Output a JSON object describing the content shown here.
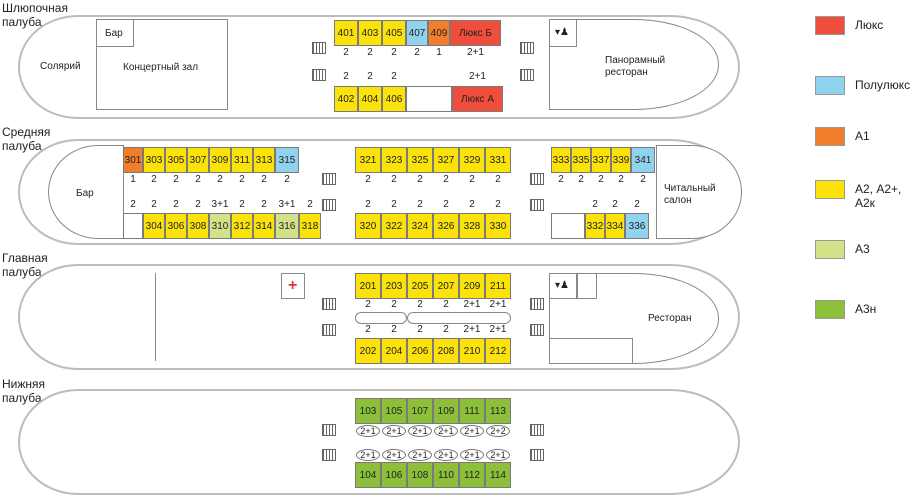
{
  "colors": {
    "lux": "#ef4e3c",
    "semilux": "#8fd3ee",
    "a1": "#f07e2c",
    "a2": "#fbe20b",
    "a3": "#d3e289",
    "a3n": "#8cbf3a"
  },
  "legend": [
    {
      "label": "Люкс",
      "color": "#ef4e3c"
    },
    {
      "label": "Полулюкс",
      "color": "#8fd3ee"
    },
    {
      "label": "А1",
      "color": "#f07e2c"
    },
    {
      "label": "А2, А2+,\nА2к",
      "color": "#fbe20b"
    },
    {
      "label": "А3",
      "color": "#d3e289"
    },
    {
      "label": "А3н",
      "color": "#8cbf3a"
    }
  ],
  "decks": {
    "boat": {
      "label": "Шлюпочная\nпалуба",
      "rooms": {
        "bar": "Бар",
        "concert": "Концертный зал",
        "solarium": "Солярий",
        "restaurant": "Панорамный\nресторан"
      },
      "top_cabins": [
        {
          "num": "401",
          "color": "#fbe20b",
          "cap": "2"
        },
        {
          "num": "403",
          "color": "#fbe20b",
          "cap": "2"
        },
        {
          "num": "405",
          "color": "#fbe20b",
          "cap": "2"
        },
        {
          "num": "407",
          "color": "#8fd3ee",
          "cap": "2"
        },
        {
          "num": "409",
          "color": "#f07e2c",
          "cap": "1"
        },
        {
          "num": "Люкс Б",
          "color": "#ef4e3c",
          "cap": "2+1"
        }
      ],
      "bottom_cabins": [
        {
          "num": "402",
          "color": "#fbe20b",
          "cap": "2"
        },
        {
          "num": "404",
          "color": "#fbe20b",
          "cap": "2"
        },
        {
          "num": "406",
          "color": "#fbe20b",
          "cap": "2"
        },
        {
          "num": "",
          "color": "#ffffff",
          "cap": ""
        },
        {
          "num": "Люкс А",
          "color": "#ef4e3c",
          "cap": "2+1"
        }
      ]
    },
    "middle": {
      "label": "Средняя\nпалуба",
      "rooms": {
        "bar": "Бар",
        "reading": "Читальный\nсалон"
      },
      "aft_top": [
        {
          "num": "301",
          "color": "#f07e2c",
          "cap": "1"
        },
        {
          "num": "303",
          "color": "#fbe20b",
          "cap": "2"
        },
        {
          "num": "305",
          "color": "#fbe20b",
          "cap": "2"
        },
        {
          "num": "307",
          "color": "#fbe20b",
          "cap": "2"
        },
        {
          "num": "309",
          "color": "#fbe20b",
          "cap": "2"
        },
        {
          "num": "311",
          "color": "#fbe20b",
          "cap": "2"
        },
        {
          "num": "313",
          "color": "#fbe20b",
          "cap": "2"
        },
        {
          "num": "315",
          "color": "#8fd3ee",
          "cap": "2"
        }
      ],
      "aft_bottom": [
        {
          "num": "",
          "color": "#ffffff",
          "cap": "2"
        },
        {
          "num": "304",
          "color": "#fbe20b",
          "cap": "2"
        },
        {
          "num": "306",
          "color": "#fbe20b",
          "cap": "2"
        },
        {
          "num": "308",
          "color": "#fbe20b",
          "cap": "2"
        },
        {
          "num": "310",
          "color": "#d3e289",
          "cap": "3+1"
        },
        {
          "num": "312",
          "color": "#fbe20b",
          "cap": "2"
        },
        {
          "num": "314",
          "color": "#fbe20b",
          "cap": "2"
        },
        {
          "num": "316",
          "color": "#d3e289",
          "cap": "3+1"
        },
        {
          "num": "318",
          "color": "#fbe20b",
          "cap": "2"
        }
      ],
      "mid_top": [
        {
          "num": "321",
          "color": "#fbe20b",
          "cap": "2"
        },
        {
          "num": "323",
          "color": "#fbe20b",
          "cap": "2"
        },
        {
          "num": "325",
          "color": "#fbe20b",
          "cap": "2"
        },
        {
          "num": "327",
          "color": "#fbe20b",
          "cap": "2"
        },
        {
          "num": "329",
          "color": "#fbe20b",
          "cap": "2"
        },
        {
          "num": "331",
          "color": "#fbe20b",
          "cap": "2"
        }
      ],
      "mid_bottom": [
        {
          "num": "320",
          "color": "#fbe20b",
          "cap": "2"
        },
        {
          "num": "322",
          "color": "#fbe20b",
          "cap": "2"
        },
        {
          "num": "324",
          "color": "#fbe20b",
          "cap": "2"
        },
        {
          "num": "326",
          "color": "#fbe20b",
          "cap": "2"
        },
        {
          "num": "328",
          "color": "#fbe20b",
          "cap": "2"
        },
        {
          "num": "330",
          "color": "#fbe20b",
          "cap": "2"
        }
      ],
      "fwd_top": [
        {
          "num": "333",
          "color": "#fbe20b",
          "cap": "2"
        },
        {
          "num": "335",
          "color": "#fbe20b",
          "cap": "2"
        },
        {
          "num": "337",
          "color": "#fbe20b",
          "cap": "2"
        },
        {
          "num": "339",
          "color": "#fbe20b",
          "cap": "2"
        },
        {
          "num": "341",
          "color": "#8fd3ee",
          "cap": "2"
        }
      ],
      "fwd_bottom": [
        {
          "num": "",
          "color": "#ffffff",
          "cap": ""
        },
        {
          "num": "332",
          "color": "#fbe20b",
          "cap": "2"
        },
        {
          "num": "334",
          "color": "#fbe20b",
          "cap": "2"
        },
        {
          "num": "336",
          "color": "#8fd3ee",
          "cap": "2"
        }
      ]
    },
    "main": {
      "label": "Главная\nпалуба",
      "rooms": {
        "restaurant": "Ресторан"
      },
      "medical_icon": "+",
      "top_cabins": [
        {
          "num": "201",
          "color": "#fbe20b",
          "cap": "2"
        },
        {
          "num": "203",
          "color": "#fbe20b",
          "cap": "2"
        },
        {
          "num": "205",
          "color": "#fbe20b",
          "cap": "2"
        },
        {
          "num": "207",
          "color": "#fbe20b",
          "cap": "2"
        },
        {
          "num": "209",
          "color": "#fbe20b",
          "cap": "2+1"
        },
        {
          "num": "211",
          "color": "#fbe20b",
          "cap": "2+1"
        }
      ],
      "bottom_cabins": [
        {
          "num": "202",
          "color": "#fbe20b",
          "cap": "2"
        },
        {
          "num": "204",
          "color": "#fbe20b",
          "cap": "2"
        },
        {
          "num": "206",
          "color": "#fbe20b",
          "cap": "2"
        },
        {
          "num": "208",
          "color": "#fbe20b",
          "cap": "2"
        },
        {
          "num": "210",
          "color": "#fbe20b",
          "cap": "2+1"
        },
        {
          "num": "212",
          "color": "#fbe20b",
          "cap": "2+1"
        }
      ]
    },
    "lower": {
      "label": "Нижняя\nпалуба",
      "top_cabins": [
        {
          "num": "103",
          "color": "#8cbf3a",
          "cap": "2+1"
        },
        {
          "num": "105",
          "color": "#8cbf3a",
          "cap": "2+1"
        },
        {
          "num": "107",
          "color": "#8cbf3a",
          "cap": "2+1"
        },
        {
          "num": "109",
          "color": "#8cbf3a",
          "cap": "2+1"
        },
        {
          "num": "111",
          "color": "#8cbf3a",
          "cap": "2+1"
        },
        {
          "num": "113",
          "color": "#8cbf3a",
          "cap": "2+2"
        }
      ],
      "bottom_cabins": [
        {
          "num": "104",
          "color": "#8cbf3a",
          "cap": "2+1"
        },
        {
          "num": "106",
          "color": "#8cbf3a",
          "cap": "2+1"
        },
        {
          "num": "108",
          "color": "#8cbf3a",
          "cap": "2+1"
        },
        {
          "num": "110",
          "color": "#8cbf3a",
          "cap": "2+1"
        },
        {
          "num": "112",
          "color": "#8cbf3a",
          "cap": "2+1"
        },
        {
          "num": "114",
          "color": "#8cbf3a",
          "cap": "2+1"
        }
      ]
    }
  },
  "wc_icon": "▾♟"
}
